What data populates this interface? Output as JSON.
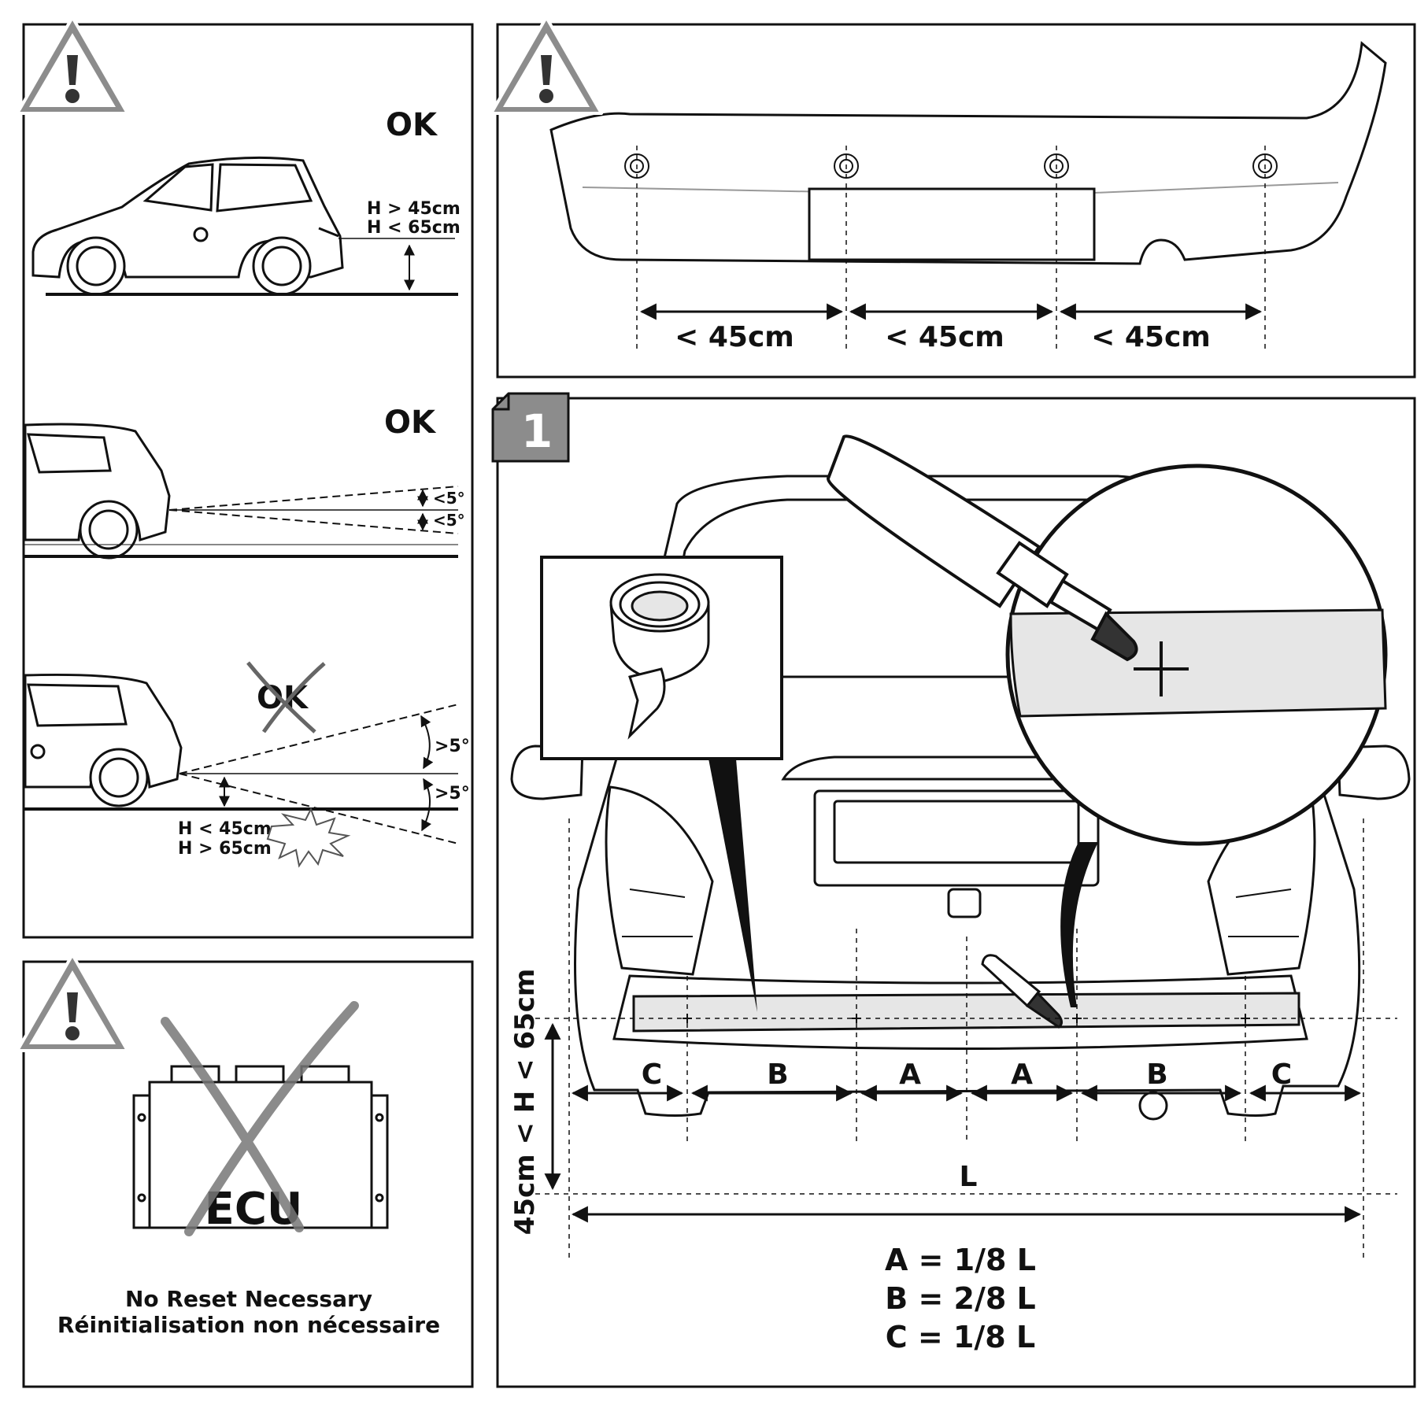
{
  "panel_height": {
    "ok_label": "OK",
    "height_min": "H > 45cm",
    "height_max": "H < 65cm"
  },
  "panel_angle_ok": {
    "ok_label": "OK",
    "angle_up": "<5°",
    "angle_down": "<5°"
  },
  "panel_angle_bad": {
    "crossed_ok_label": "OK",
    "angle_up": ">5°",
    "angle_down": ">5°",
    "height_low": "H < 45cm",
    "height_high": "H > 65cm"
  },
  "panel_ecu": {
    "ecu_label": "ECU",
    "note_en": "No Reset Necessary",
    "note_fr": "Réinitialisation non nécessaire"
  },
  "panel_spacing": {
    "spacing_labels": [
      "< 45cm",
      "< 45cm",
      "< 45cm"
    ]
  },
  "panel_step1": {
    "step_number": "1",
    "segment_labels": [
      "C",
      "B",
      "A",
      "A",
      "B",
      "C"
    ],
    "height_range": "45cm < H < 65cm",
    "total_width_label": "L",
    "formula_a": "A = 1/8 L",
    "formula_b": "B = 2/8 L",
    "formula_c": "C = 1/8 L"
  },
  "icons": [
    "warning-triangle-icon",
    "marker-pen-icon",
    "masking-tape-icon",
    "crosshair-icon"
  ],
  "colors": {
    "line": "#111111",
    "warning_fill": "#8c8c8c",
    "tape_fill": "#e6e6e6",
    "background": "#ffffff"
  }
}
